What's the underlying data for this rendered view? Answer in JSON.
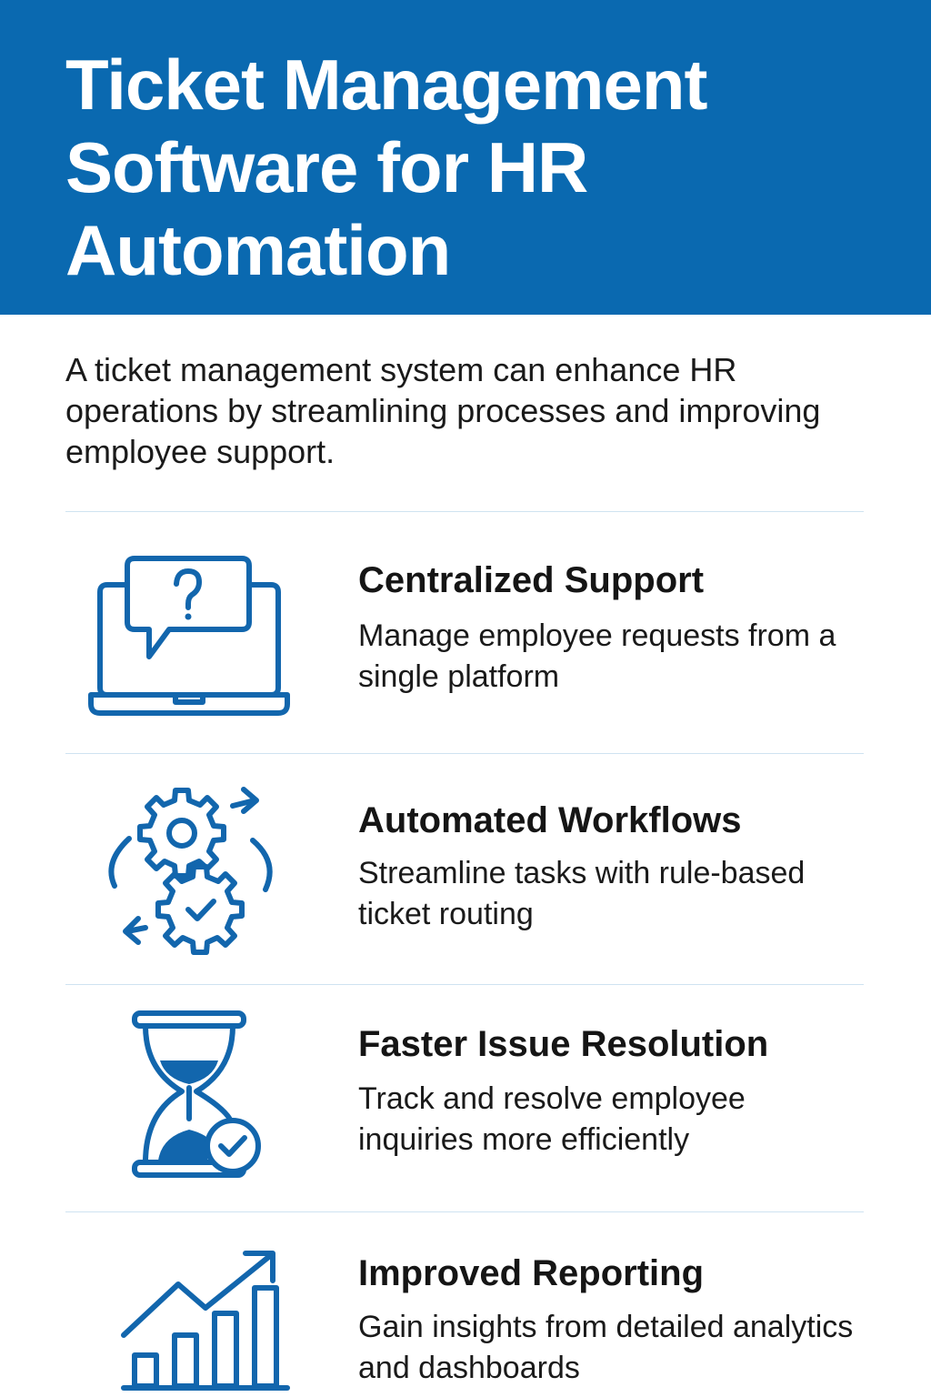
{
  "header": {
    "title": "Ticket Management Software for HR Automation"
  },
  "intro": "A ticket management system can enhance HR operations by streamlining processes and improving employee support.",
  "theme": {
    "header_bg": "#0a69b0",
    "icon_color": "#1266ad",
    "divider_color": "#cfe3f1"
  },
  "features": [
    {
      "icon": "laptop-question-icon",
      "title": "Centralized Support",
      "description": "Manage employee requests from a single platform"
    },
    {
      "icon": "gears-cycle-icon",
      "title": "Automated Workflows",
      "description": "Streamline tasks with rule-based ticket routing"
    },
    {
      "icon": "hourglass-check-icon",
      "title": "Faster Issue Resolution",
      "description": "Track and resolve employee inquiries more efficiently"
    },
    {
      "icon": "growth-chart-icon",
      "title": "Improved Reporting",
      "description": "Gain insights from detailed analytics and dashboards"
    }
  ]
}
